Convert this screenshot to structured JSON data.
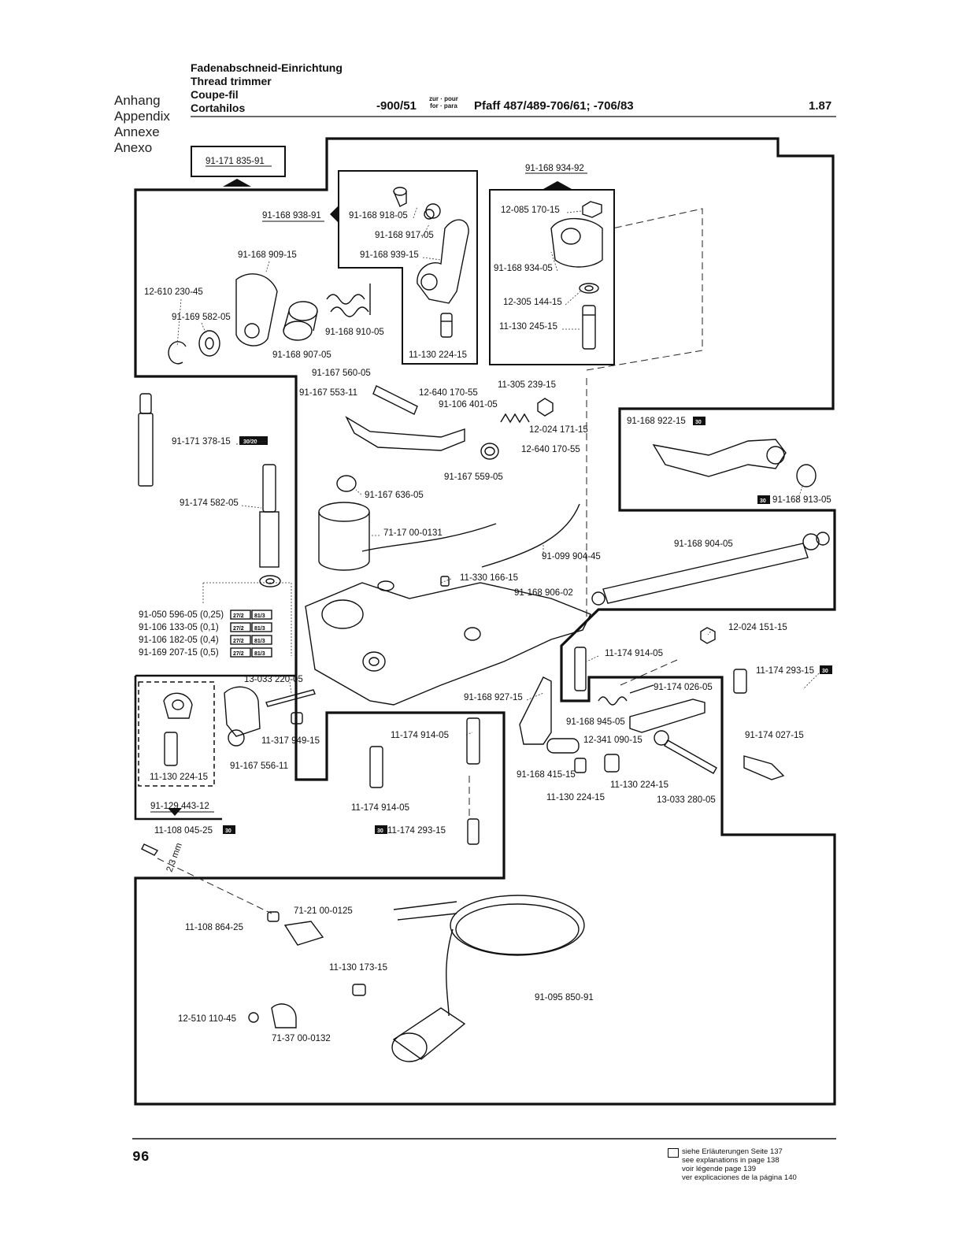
{
  "header": {
    "left_titles": [
      "Anhang",
      "Appendix",
      "Annexe",
      "Anexo"
    ],
    "titles": [
      "Fadenabschneid-Einrichtung",
      "Thread trimmer",
      "Coupe-fil",
      "Cortahilos"
    ],
    "model_code": "-900/51",
    "zur_pour": "zur · pour",
    "for_para": "for · para",
    "machine": "Pfaff 487/489-706/61; -706/83",
    "page_code": "1.87"
  },
  "footer": {
    "page_number": "96",
    "legend": [
      "siehe Erläuterungen Seite 137",
      "see explanations in page 138",
      "voir légende page 139",
      "ver explicaciones de la página 140"
    ]
  },
  "diagram": {
    "assembly_labels": {
      "top_left": "91-171 835-91",
      "top_right": "91-168 934-92",
      "bottom_left": "91-129 443-12",
      "sub_left": "91-168 938-91"
    },
    "badges": {
      "b3020": "30/20",
      "b30": "30",
      "b272": "27/2",
      "b813": "81/3"
    },
    "measure": "2,3 mm",
    "shim_table": [
      {
        "part": "91-050 596-05 (0,25)"
      },
      {
        "part": "91-106 133-05 (0,1)"
      },
      {
        "part": "91-106 182-05 (0,4)"
      },
      {
        "part": "91-169 207-15 (0,5)"
      }
    ],
    "parts": {
      "p_918": "91-168 918-05",
      "p_917": "91-168 917-05",
      "p_939": "91-168 939-15",
      "p_909": "91-168 909-15",
      "p_230": "12-610 230-45",
      "p_582": "91-169 582-05",
      "p_907": "91-168 907-05",
      "p_910": "91-168 910-05",
      "p_224a": "11-130 224-15",
      "p_170": "12-085 170-15",
      "p_934": "91-168 934-05",
      "p_144": "12-305 144-15",
      "p_245": "11-130 245-15",
      "p_560": "91-167 560-05",
      "p_553": "91-167 553-11",
      "p_17055a": "12-640 170-55",
      "p_401": "91-106 401-05",
      "p_239": "11-305 239-15",
      "p_171": "12-024 171-15",
      "p_17055b": "12-640 170-55",
      "p_559": "91-167 559-05",
      "p_922": "91-168 922-15",
      "p_913": "91-168 913-05",
      "p_378": "91-171 378-15",
      "p_636": "91-167 636-05",
      "p_7117": "71-17 00-0131",
      "p_5820": "91-174 582-05",
      "p_099": "91-099 904-45",
      "p_904": "91-168 904-05",
      "p_166": "11-330 166-15",
      "p_906": "91-168 906-02",
      "p_151": "12-024 151-15",
      "p_914a": "11-174 914-05",
      "p_293a": "11-174 293-15",
      "p_220": "13-033 220-05",
      "p_927": "91-168 927-15",
      "p_026": "91-174 026-05",
      "p_949": "11-317 949-15",
      "p_556": "91-167 556-11",
      "p_224b": "11-130 224-15",
      "p_914b": "11-174 914-05",
      "p_914c": "11-174 914-05",
      "p_293b": "11-174 293-15",
      "p_945": "91-168 945-05",
      "p_090": "12-341 090-15",
      "p_027": "91-174 027-15",
      "p_415": "91-168 415-15",
      "p_224c": "11-130 224-15",
      "p_224d": "11-130 224-15",
      "p_280": "13-033 280-05",
      "p_045": "11-108 045-25",
      "p_7121": "71-21 00-0125",
      "p_864": "11-108 864-25",
      "p_173": "11-130 173-15",
      "p_850": "91-095 850-91",
      "p_110": "12-510 110-45",
      "p_7137": "71-37 00-0132"
    }
  }
}
